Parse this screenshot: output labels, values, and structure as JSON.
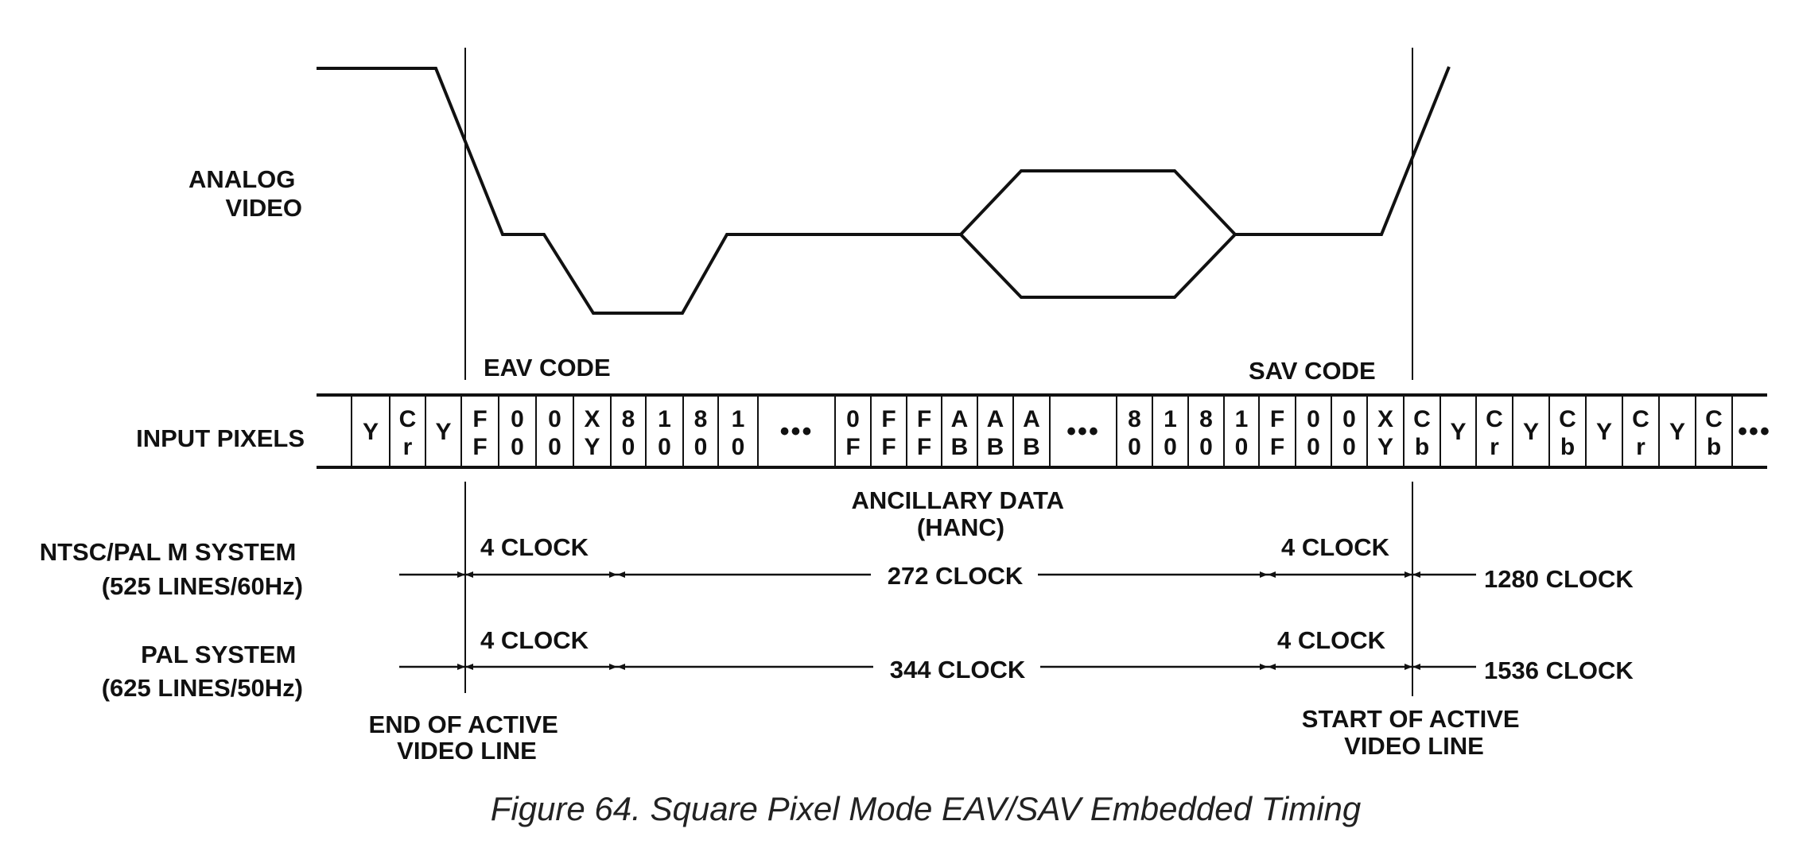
{
  "analog_label": [
    "ANALOG",
    "VIDEO"
  ],
  "input_pixels_label": "INPUT PIXELS",
  "eav_code_label": "EAV CODE",
  "sav_code_label": "SAV CODE",
  "pixels": [
    [
      "Y"
    ],
    [
      "C",
      "r"
    ],
    [
      "Y"
    ],
    [
      "F",
      "F"
    ],
    [
      "0",
      "0"
    ],
    [
      "0",
      "0"
    ],
    [
      "X",
      "Y"
    ],
    [
      "8",
      "0"
    ],
    [
      "1",
      "0"
    ],
    [
      "8",
      "0"
    ],
    [
      "1",
      "0"
    ],
    [
      "•••"
    ],
    [
      "0",
      "F"
    ],
    [
      "F",
      "F"
    ],
    [
      "F",
      "F"
    ],
    [
      "A",
      "B"
    ],
    [
      "A",
      "B"
    ],
    [
      "A",
      "B"
    ],
    [
      "•••"
    ],
    [
      "8",
      "0"
    ],
    [
      "1",
      "0"
    ],
    [
      "8",
      "0"
    ],
    [
      "1",
      "0"
    ],
    [
      "F",
      "F"
    ],
    [
      "0",
      "0"
    ],
    [
      "0",
      "0"
    ],
    [
      "X",
      "Y"
    ],
    [
      "C",
      "b"
    ],
    [
      "Y"
    ],
    [
      "C",
      "r"
    ],
    [
      "Y"
    ],
    [
      "C",
      "b"
    ],
    [
      "Y"
    ],
    [
      "C",
      "r"
    ],
    [
      "Y"
    ],
    [
      "C",
      "b"
    ],
    [
      "•••"
    ]
  ],
  "ancillary_label": [
    "ANCILLARY DATA",
    "(HANC)"
  ],
  "ntsc": {
    "label": [
      "NTSC/PAL M SYSTEM",
      "(525 LINES/60Hz)"
    ],
    "eav_clock": "4 CLOCK",
    "blank_clock": "272 CLOCK",
    "sav_clock": "4 CLOCK",
    "active_clock": "1280 CLOCK"
  },
  "pal": {
    "label": [
      "PAL SYSTEM",
      "(625 LINES/50Hz)"
    ],
    "eav_clock": "4 CLOCK",
    "blank_clock": "344 CLOCK",
    "sav_clock": "4 CLOCK",
    "active_clock": "1536 CLOCK"
  },
  "end_label": [
    "END OF ACTIVE",
    "VIDEO LINE"
  ],
  "start_label": [
    "START OF ACTIVE",
    "VIDEO LINE"
  ],
  "caption": "Figure 64. Square Pixel Mode EAV/SAV Embedded Timing"
}
